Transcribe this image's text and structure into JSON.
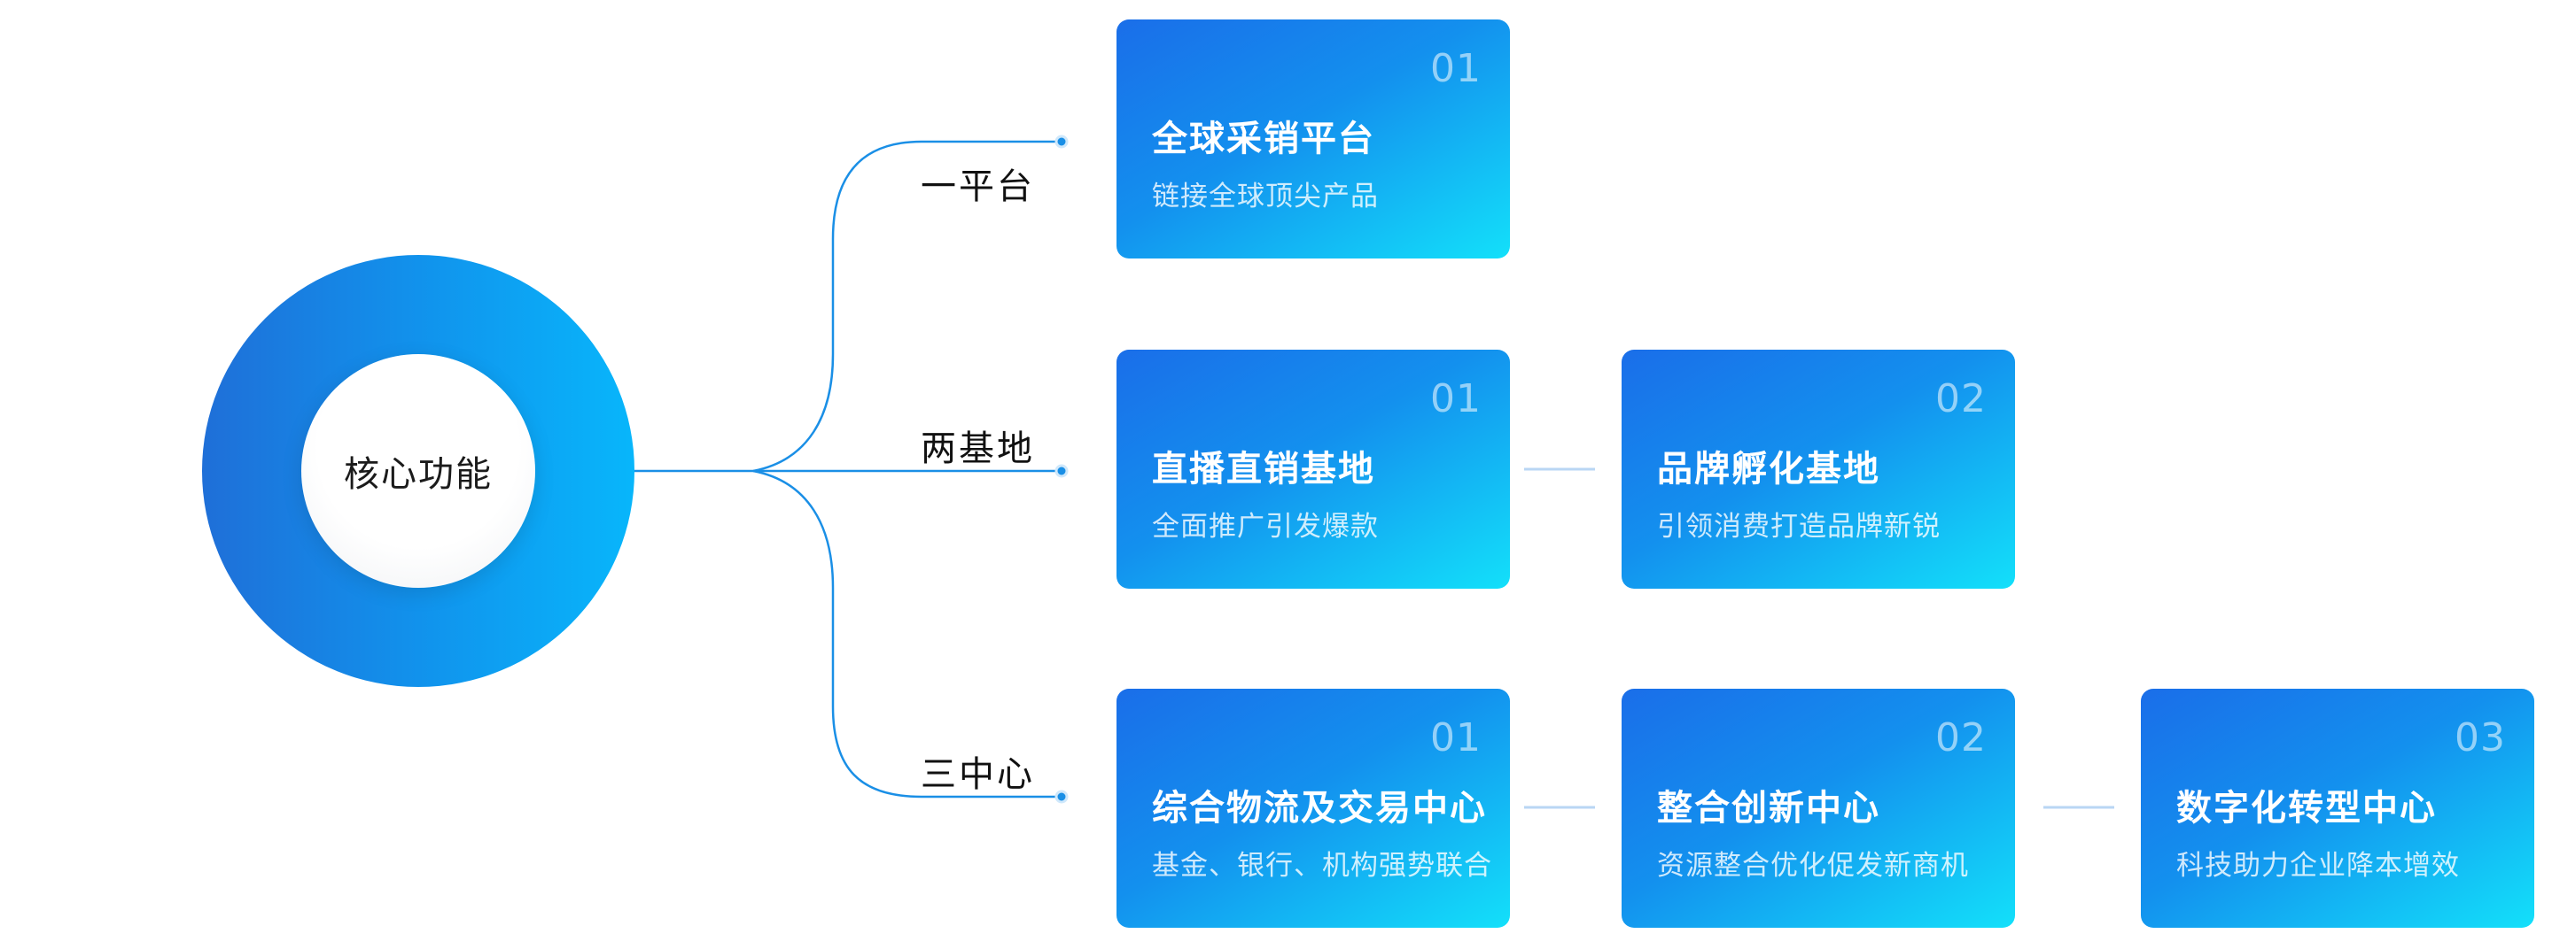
{
  "hub": {
    "label": "核心功能"
  },
  "branches": [
    {
      "label": "一平台",
      "cards": [
        {
          "index": "01",
          "title": "全球采销平台",
          "subtitle": "链接全球顶尖产品"
        }
      ]
    },
    {
      "label": "两基地",
      "cards": [
        {
          "index": "01",
          "title": "直播直销基地",
          "subtitle": "全面推广引发爆款"
        },
        {
          "index": "02",
          "title": "品牌孵化基地",
          "subtitle": "引领消费打造品牌新锐"
        }
      ]
    },
    {
      "label": "三中心",
      "cards": [
        {
          "index": "01",
          "title": "综合物流及交易中心",
          "subtitle": "基金、银行、机构强势联合"
        },
        {
          "index": "02",
          "title": "整合创新中心",
          "subtitle": "资源整合优化促发新商机"
        },
        {
          "index": "03",
          "title": "数字化转型中心",
          "subtitle": "科技助力企业降本增效"
        }
      ]
    }
  ],
  "colors": {
    "ring_start": "#1f6fd8",
    "ring_end": "#08b6fb",
    "card_start": "#1a6ee9",
    "card_end": "#13e0fa",
    "connector": "#1a8fe6"
  }
}
